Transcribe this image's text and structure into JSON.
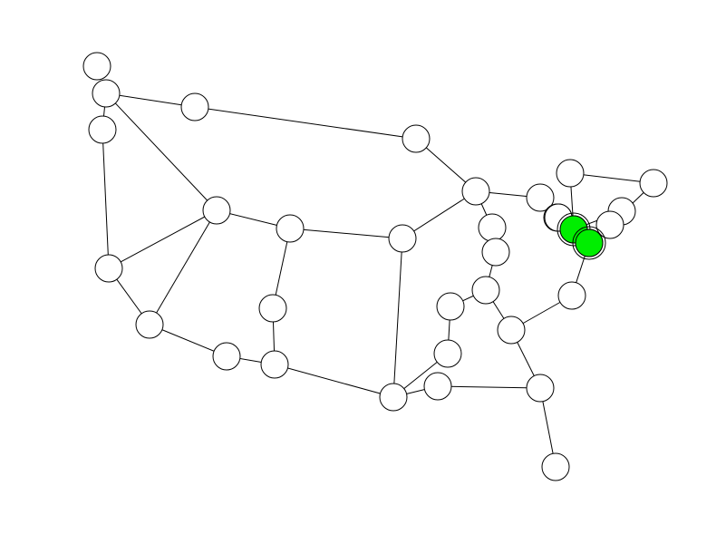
{
  "colors": {
    "background": "#ffffff",
    "node_fill": "#ffffff",
    "node_stroke": "#000000",
    "edge_stroke": "#000000",
    "highlight_fill": "#00ee00"
  },
  "graph": {
    "nodes": [
      {
        "id": "n1",
        "highlighted": false
      },
      {
        "id": "n2",
        "highlighted": false
      },
      {
        "id": "n3",
        "highlighted": false
      },
      {
        "id": "n4",
        "highlighted": false
      },
      {
        "id": "n5",
        "highlighted": false
      },
      {
        "id": "n6",
        "highlighted": false
      },
      {
        "id": "n7",
        "highlighted": false
      },
      {
        "id": "n8",
        "highlighted": false
      },
      {
        "id": "n9",
        "highlighted": false
      },
      {
        "id": "n10",
        "highlighted": false
      },
      {
        "id": "n11",
        "highlighted": false
      },
      {
        "id": "n12",
        "highlighted": false
      },
      {
        "id": "n13",
        "highlighted": false
      },
      {
        "id": "n14",
        "highlighted": false
      },
      {
        "id": "n15",
        "highlighted": false
      },
      {
        "id": "n16",
        "highlighted": false
      },
      {
        "id": "n17",
        "highlighted": false
      },
      {
        "id": "n18",
        "highlighted": false
      },
      {
        "id": "n19",
        "highlighted": false
      },
      {
        "id": "n20",
        "highlighted": false
      },
      {
        "id": "n21",
        "highlighted": false
      },
      {
        "id": "n22",
        "highlighted": false
      },
      {
        "id": "n23",
        "highlighted": false
      },
      {
        "id": "n24",
        "highlighted": false
      },
      {
        "id": "n25",
        "highlighted": false
      },
      {
        "id": "n26",
        "highlighted": false
      },
      {
        "id": "n27",
        "highlighted": false
      },
      {
        "id": "n28",
        "highlighted": false
      },
      {
        "id": "n29",
        "highlighted": false
      },
      {
        "id": "n30",
        "highlighted": false
      },
      {
        "id": "n31",
        "highlighted": false
      },
      {
        "id": "n32",
        "highlighted": false
      },
      {
        "id": "n33",
        "highlighted": false
      },
      {
        "id": "n34",
        "highlighted": false
      },
      {
        "id": "n35",
        "highlighted": false
      },
      {
        "id": "n36",
        "highlighted": true
      },
      {
        "id": "n37",
        "highlighted": true
      }
    ],
    "edges": [
      [
        "n2",
        "n3"
      ],
      [
        "n2",
        "n4"
      ],
      [
        "n2",
        "n7"
      ],
      [
        "n4",
        "n5"
      ],
      [
        "n5",
        "n6"
      ],
      [
        "n6",
        "n16"
      ],
      [
        "n4",
        "n8"
      ],
      [
        "n8",
        "n7"
      ],
      [
        "n8",
        "n9"
      ],
      [
        "n7",
        "n9"
      ],
      [
        "n7",
        "n10"
      ],
      [
        "n10",
        "n14"
      ],
      [
        "n10",
        "n11"
      ],
      [
        "n11",
        "n12"
      ],
      [
        "n12",
        "n13"
      ],
      [
        "n13",
        "n15"
      ],
      [
        "n14",
        "n15"
      ],
      [
        "n16",
        "n14"
      ],
      [
        "n15",
        "n17"
      ],
      [
        "n17",
        "n18"
      ],
      [
        "n18",
        "n19"
      ],
      [
        "n18",
        "n20"
      ],
      [
        "n19",
        "n21"
      ],
      [
        "n21",
        "n22"
      ],
      [
        "n22",
        "n23"
      ],
      [
        "n23",
        "n24"
      ],
      [
        "n18",
        "n24"
      ],
      [
        "n24",
        "n25"
      ],
      [
        "n16",
        "n26"
      ],
      [
        "n26",
        "n27"
      ],
      [
        "n27",
        "n28"
      ],
      [
        "n28",
        "n29"
      ],
      [
        "n28",
        "n30"
      ],
      [
        "n30",
        "n31"
      ],
      [
        "n16",
        "n32"
      ],
      [
        "n32",
        "n33"
      ],
      [
        "n34",
        "n35"
      ],
      [
        "n35",
        "n37"
      ],
      [
        "n31",
        "n37"
      ],
      [
        "n36",
        "n37"
      ]
    ]
  }
}
